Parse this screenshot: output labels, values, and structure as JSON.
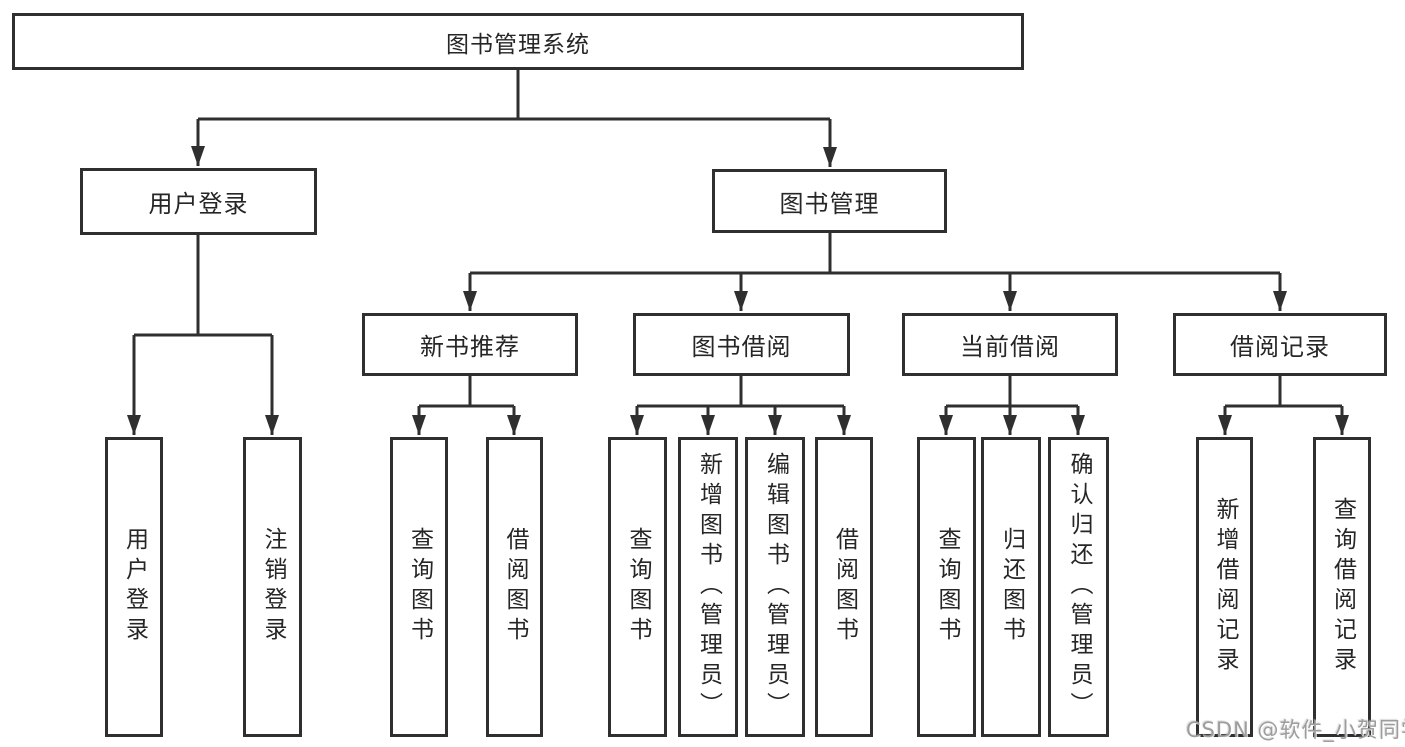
{
  "diagram_title": "图书管理系统",
  "colors": {
    "line": "#2f2f2f",
    "box_border": "#2f2f2f",
    "box_fill": "#ffffff",
    "text": "#262626",
    "watermark": "#9d9d9d",
    "background": "#ffffff"
  },
  "tree": {
    "root": {
      "label": "图书管理系统",
      "children": [
        {
          "label": "用户登录",
          "children": [
            {
              "label": "用户登录"
            },
            {
              "label": "注销登录"
            }
          ]
        },
        {
          "label": "图书管理",
          "children": [
            {
              "label": "新书推荐",
              "children": [
                {
                  "label": "查询图书"
                },
                {
                  "label": "借阅图书"
                }
              ]
            },
            {
              "label": "图书借阅",
              "children": [
                {
                  "label": "查询图书"
                },
                {
                  "label": "新增图书（管理员）"
                },
                {
                  "label": "编辑图书（管理员）"
                },
                {
                  "label": "借阅图书"
                }
              ]
            },
            {
              "label": "当前借阅",
              "children": [
                {
                  "label": "查询图书"
                },
                {
                  "label": "归还图书"
                },
                {
                  "label": "确认归还（管理员）"
                }
              ]
            },
            {
              "label": "借阅记录",
              "children": [
                {
                  "label": "新增借阅记录"
                },
                {
                  "label": "查询借阅记录"
                }
              ]
            }
          ]
        }
      ]
    }
  },
  "watermark": "CSDN @软件_小贺同学"
}
